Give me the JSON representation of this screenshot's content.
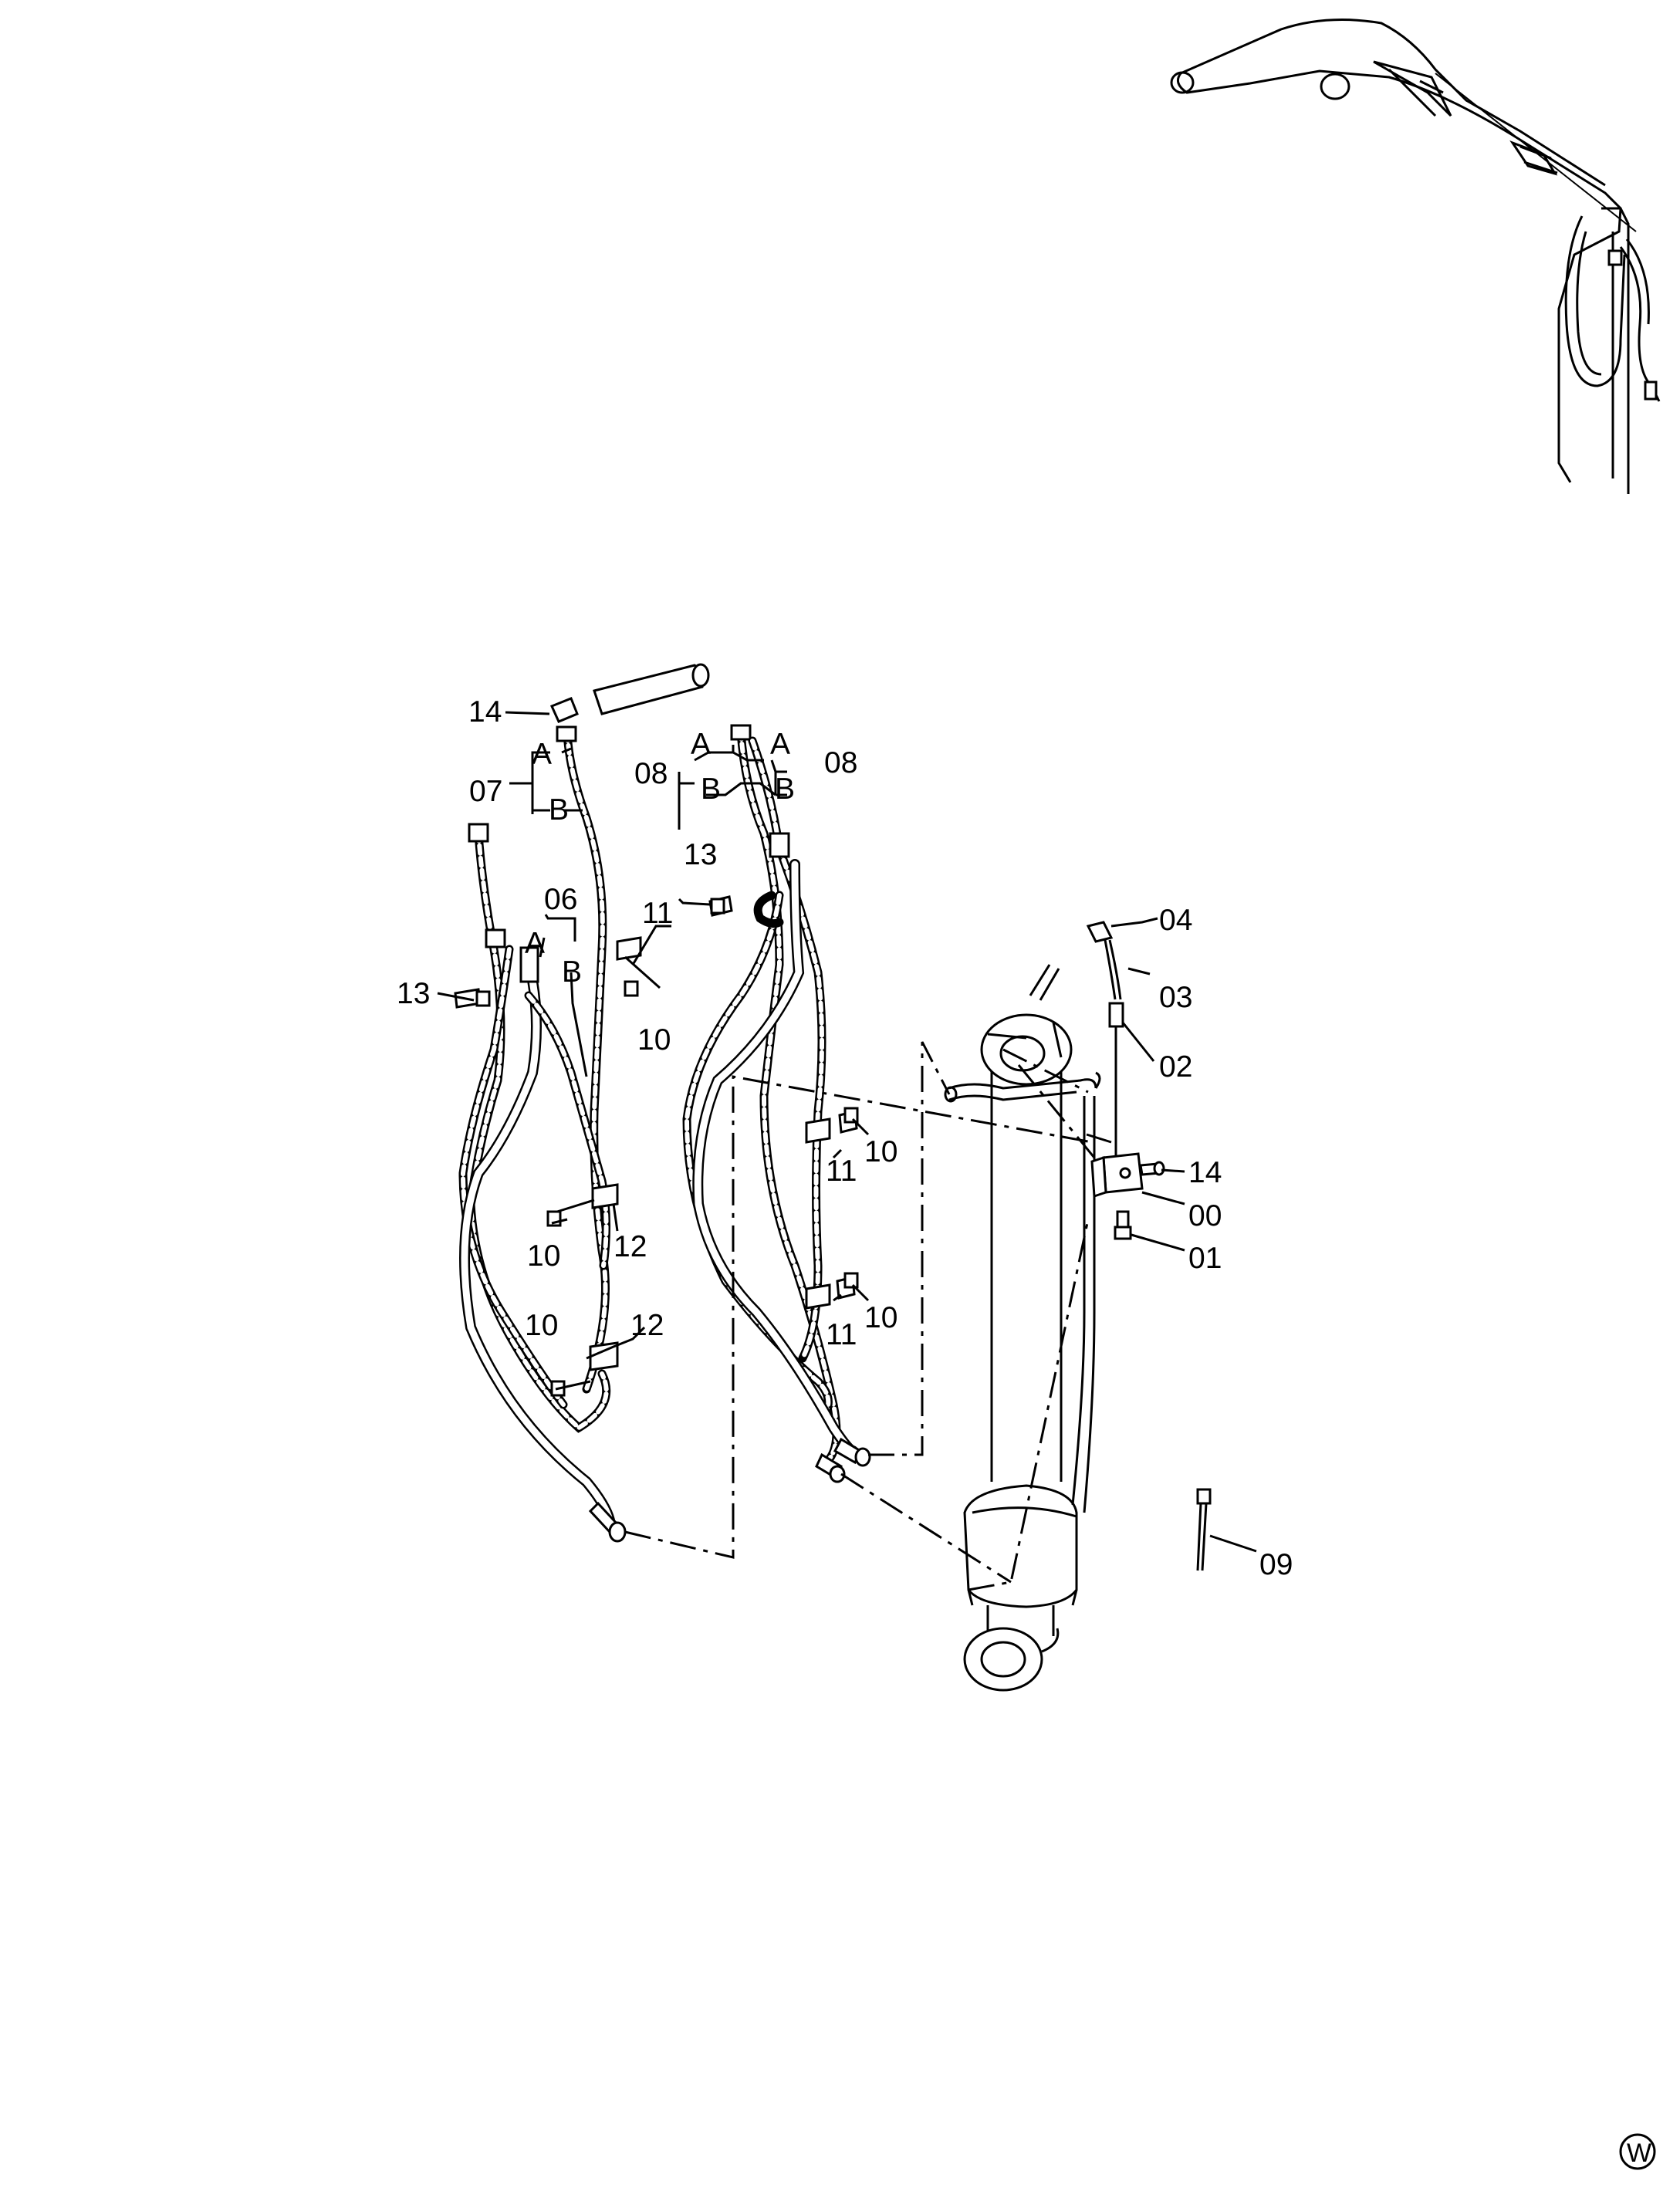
{
  "callouts": {
    "c00": "00",
    "c01": "01",
    "c02": "02",
    "c03": "03",
    "c04": "04",
    "c06": "06",
    "c07": "07",
    "c08_left": "08",
    "c08_right": "08",
    "c09": "09",
    "c10_a": "10",
    "c10_b": "10",
    "c10_c": "10",
    "c10_d": "10",
    "c10_e": "10",
    "c11_a": "11",
    "c11_b": "11",
    "c11_c": "11",
    "c12_a": "12",
    "c12_b": "12",
    "c13_a": "13",
    "c13_b": "13",
    "c14_a": "14",
    "c14_b": "14"
  },
  "branch_labels": {
    "a07": "A",
    "b07": "B",
    "a06": "A",
    "b06": "B",
    "a08_left": "A",
    "b08_left": "B",
    "a08_right": "A",
    "b08_right": "B"
  },
  "corner_mark": "W",
  "icons": {
    "corner_badge": "circled-letter-icon"
  }
}
